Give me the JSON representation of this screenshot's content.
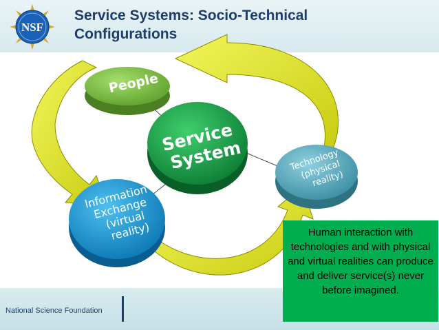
{
  "header": {
    "title_line1": "Service Systems: Socio-Technical",
    "title_line2": "Configurations",
    "logo_text": "NSF"
  },
  "diagram": {
    "center": {
      "line1": "Service",
      "line2": "System"
    },
    "people": {
      "label": "People"
    },
    "technology": {
      "line1": "Technology",
      "line2": "(physical",
      "line3": "reality)"
    },
    "information": {
      "line1": "Information",
      "line2": "Exchange",
      "line3": "(virtual",
      "line4": "reality)"
    }
  },
  "callout": {
    "text": "Human interaction with technologies and with physical and virtual realities can produce and deliver service(s) never before imagined."
  },
  "footer": {
    "org": "National Science Foundation"
  },
  "colors": {
    "title": "#1f3d6b",
    "people": "#7cc243",
    "center": "#1aa14a",
    "technology": "#58a9bd",
    "information": "#1e9ad6",
    "arrow": "#e6e81e",
    "callout": "#00ae4f"
  }
}
